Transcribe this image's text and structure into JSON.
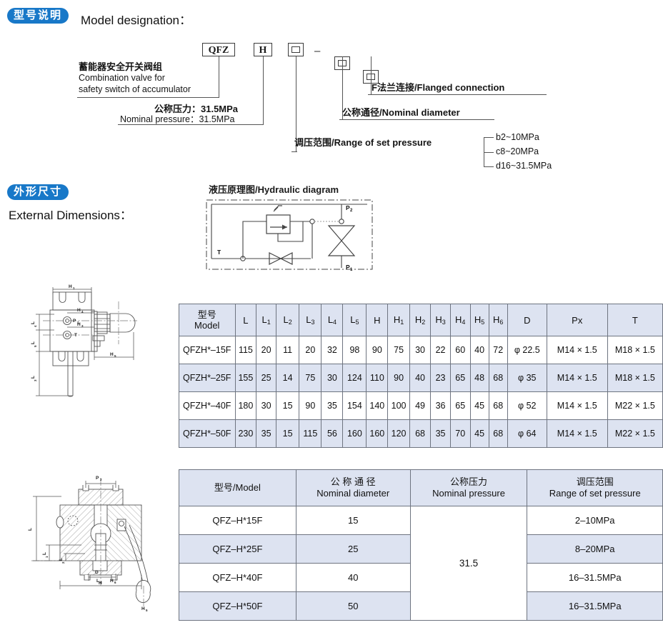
{
  "sections": {
    "model_designation": {
      "badge": "型号说明",
      "title": "Model designation："
    },
    "external_dimensions": {
      "badge": "外形尺寸",
      "title": "External Dimensions："
    }
  },
  "model_code": {
    "boxes": [
      "QFZ",
      "H",
      "□",
      "□",
      "□"
    ],
    "separator": "–",
    "callouts": {
      "product_zh": "蓄能器安全开关阀组",
      "product_en_line1": "Combination valve for",
      "product_en_line2": "safety switch of accumulator",
      "pressure_zh": "公称压力：31.5MPa",
      "pressure_en": "Nominal pressure：31.5MPa",
      "range_label": "调压范围/Range of set pressure",
      "diameter_label": "公称通径/Nominal diameter",
      "flange_label": "F法兰连接/Flanged connection",
      "range_options": [
        "b2~10MPa",
        "c8~20MPa",
        "d16~31.5MPa"
      ]
    }
  },
  "hydraulic_diagram": {
    "title": "液压原理图/Hydraulic diagram",
    "ports": {
      "p2": "P₂",
      "p1": "P₁",
      "t": "T"
    }
  },
  "drawings": {
    "front_view_labels": [
      "H₁",
      "H₄",
      "H₂",
      "H₃",
      "L₃",
      "L₄",
      "L₅",
      "P₁",
      "T"
    ],
    "section_view_labels": [
      "P₂",
      "L",
      "L₁",
      "L₂",
      "D",
      "L₃",
      "H₆",
      "H",
      "H₅"
    ]
  },
  "dimension_table": {
    "headers": [
      {
        "zh": "型号",
        "en": "Model"
      },
      {
        "main": "L"
      },
      {
        "main": "L",
        "sub": "1"
      },
      {
        "main": "L",
        "sub": "2"
      },
      {
        "main": "L",
        "sub": "3"
      },
      {
        "main": "L",
        "sub": "4"
      },
      {
        "main": "L",
        "sub": "5"
      },
      {
        "main": "H"
      },
      {
        "main": "H",
        "sub": "1"
      },
      {
        "main": "H",
        "sub": "2"
      },
      {
        "main": "H",
        "sub": "3"
      },
      {
        "main": "H",
        "sub": "4"
      },
      {
        "main": "H",
        "sub": "5"
      },
      {
        "main": "H",
        "sub": "6"
      },
      {
        "main": "D"
      },
      {
        "main": "Px"
      },
      {
        "main": "T"
      }
    ],
    "rows": [
      [
        "QFZH*–15F",
        "115",
        "20",
        "11",
        "20",
        "32",
        "98",
        "90",
        "75",
        "30",
        "22",
        "60",
        "40",
        "72",
        "φ 22.5",
        "M14 × 1.5",
        "M18 × 1.5"
      ],
      [
        "QFZH*–25F",
        "155",
        "25",
        "14",
        "75",
        "30",
        "124",
        "110",
        "90",
        "40",
        "23",
        "65",
        "48",
        "68",
        "φ 35",
        "M14 × 1.5",
        "M18 × 1.5"
      ],
      [
        "QFZH*–40F",
        "180",
        "30",
        "15",
        "90",
        "35",
        "154",
        "140",
        "100",
        "49",
        "36",
        "65",
        "45",
        "68",
        "φ 52",
        "M14 × 1.5",
        "M22 × 1.5"
      ],
      [
        "QFZH*–50F",
        "230",
        "35",
        "15",
        "115",
        "56",
        "160",
        "160",
        "120",
        "68",
        "35",
        "70",
        "45",
        "68",
        "φ 64",
        "M14 × 1.5",
        "M22 × 1.5"
      ]
    ]
  },
  "spec_table": {
    "headers": [
      {
        "zh": "型号/Model",
        "en": ""
      },
      {
        "zh": "公 称 通 径",
        "en": "Nominal diameter"
      },
      {
        "zh": "公称压力",
        "en": "Nominal pressure"
      },
      {
        "zh": "调压范围",
        "en": "Range of set pressure"
      }
    ],
    "rows": [
      {
        "model": "QFZ–H*15F",
        "diameter": "15",
        "range": "2–10MPa"
      },
      {
        "model": "QFZ–H*25F",
        "diameter": "25",
        "range": "8–20MPa"
      },
      {
        "model": "QFZ–H*40F",
        "diameter": "40",
        "range": "16–31.5MPa"
      },
      {
        "model": "QFZ–H*50F",
        "diameter": "50",
        "range": "16–31.5MPa"
      }
    ],
    "nominal_pressure": "31.5"
  },
  "colors": {
    "badge_blue": "#1878c8",
    "table_header_blue": "#dde3f1",
    "border_gray": "#6e7480"
  }
}
